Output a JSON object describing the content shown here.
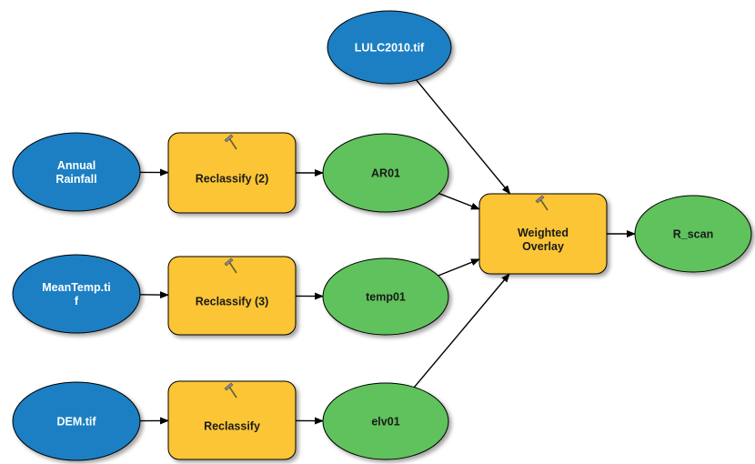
{
  "colors": {
    "input": "#1c7fc3",
    "tool": "#fbc536",
    "output": "#5ec25b",
    "stroke": "#000000",
    "arrow": "#000000"
  },
  "nodes": {
    "lulc": {
      "kind": "input",
      "lines": [
        "LULC2010.tif"
      ]
    },
    "rainfall": {
      "kind": "input",
      "lines": [
        "Annual",
        "Rainfall"
      ]
    },
    "meantemp": {
      "kind": "input",
      "lines": [
        "MeanTemp.ti",
        "f"
      ]
    },
    "dem": {
      "kind": "input",
      "lines": [
        "DEM.tif"
      ]
    },
    "reclass2": {
      "kind": "tool",
      "lines": [
        "Reclassify (2)"
      ],
      "icon": "hammer-icon"
    },
    "reclass3": {
      "kind": "tool",
      "lines": [
        "Reclassify (3)"
      ],
      "icon": "hammer-icon"
    },
    "reclass": {
      "kind": "tool",
      "lines": [
        "Reclassify"
      ],
      "icon": "hammer-icon"
    },
    "weighted": {
      "kind": "tool",
      "lines": [
        "Weighted",
        "Overlay"
      ],
      "icon": "hammer-icon"
    },
    "ar01": {
      "kind": "output",
      "lines": [
        "AR01"
      ]
    },
    "temp01": {
      "kind": "output",
      "lines": [
        "temp01"
      ]
    },
    "elv01": {
      "kind": "output",
      "lines": [
        "elv01"
      ]
    },
    "rscan": {
      "kind": "output",
      "lines": [
        "R_scan"
      ]
    }
  },
  "connections": [
    [
      "rainfall",
      "reclass2"
    ],
    [
      "reclass2",
      "ar01"
    ],
    [
      "meantemp",
      "reclass3"
    ],
    [
      "reclass3",
      "temp01"
    ],
    [
      "dem",
      "reclass"
    ],
    [
      "reclass",
      "elv01"
    ],
    [
      "lulc",
      "weighted"
    ],
    [
      "ar01",
      "weighted"
    ],
    [
      "temp01",
      "weighted"
    ],
    [
      "elv01",
      "weighted"
    ],
    [
      "weighted",
      "rscan"
    ]
  ]
}
